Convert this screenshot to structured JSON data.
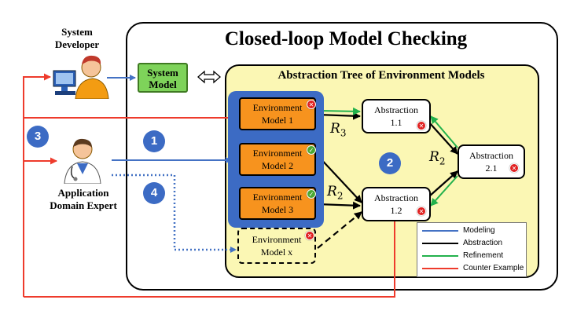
{
  "title": "Closed-loop Model Checking",
  "tree_title": "Abstraction Tree of Environment Models",
  "system_developer": {
    "line1": "System",
    "line2": "Developer"
  },
  "domain_expert": {
    "line1": "Application",
    "line2": "Domain Expert"
  },
  "system_model": {
    "line1": "System",
    "line2": "Model"
  },
  "env_models": [
    {
      "line1": "Environment",
      "line2": "Model 1",
      "status": "fail"
    },
    {
      "line1": "Environment",
      "line2": "Model 2",
      "status": "pass"
    },
    {
      "line1": "Environment",
      "line2": "Model 3",
      "status": "pass"
    },
    {
      "line1": "Environment",
      "line2": "Model x",
      "status": "fail"
    }
  ],
  "abstractions": [
    {
      "line1": "Abstraction",
      "line2": "1.1",
      "status": "fail"
    },
    {
      "line1": "Abstraction",
      "line2": "1.2",
      "status": "fail"
    },
    {
      "line1": "Abstraction",
      "line2": "2.1",
      "status": "fail"
    }
  ],
  "relations": {
    "r3": "R",
    "r3_sub": "3",
    "r2a": "R",
    "r2a_sub": "2",
    "r2b": "R",
    "r2b_sub": "2"
  },
  "steps": [
    "1",
    "2",
    "3",
    "4"
  ],
  "legend": [
    {
      "label": "Modeling",
      "color": "#4472c4"
    },
    {
      "label": "Abstraction",
      "color": "#000000"
    },
    {
      "label": "Refinement",
      "color": "#22b14c"
    },
    {
      "label": "Counter Example",
      "color": "#ee3b2c"
    }
  ],
  "icons": {
    "fail": "x-mark",
    "pass": "check-mark",
    "developer": "developer-at-computer-icon",
    "expert": "doctor-icon"
  }
}
